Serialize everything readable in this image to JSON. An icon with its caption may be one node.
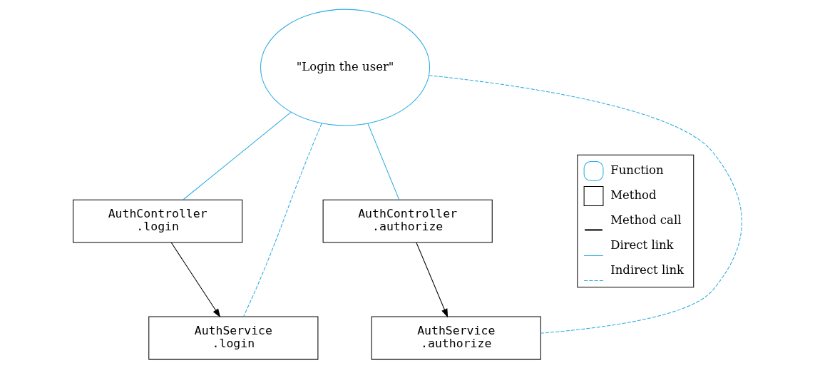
{
  "diagram": {
    "nodes": [
      {
        "text": [
          "\"Login the user\""
        ]
      },
      {
        "text": [
          "AuthController .login"
        ]
      },
      {
        "text": [
          "AuthController .authorize"
        ]
      },
      {
        "text": [
          "AuthService .login"
        ]
      },
      {
        "text": [
          "AuthService .authorize"
        ]
      }
    ],
    "edges": [
      {
        "from": 0,
        "to": 1,
        "arrow": "none"
      },
      {
        "from": 0,
        "to": 2,
        "arrow": "none"
      },
      {
        "from": 1,
        "to": 3,
        "arrow": "to",
        "color": "#000000"
      },
      {
        "from": 2,
        "to": 4,
        "arrow": "to",
        "color": "#000000"
      },
      {
        "from": 0,
        "to": 3,
        "arrow": "none",
        "style": "dashed"
      },
      {
        "from": 0,
        "to": 4,
        "arrow": "none",
        "style": "dashed"
      }
    ],
    "legend": [
      {
        "text": "Function"
      },
      {
        "text": "Method"
      },
      {
        "text": "Method call"
      },
      {
        "text": "Direct link"
      },
      {
        "text": "Indirect link"
      }
    ]
  }
}
